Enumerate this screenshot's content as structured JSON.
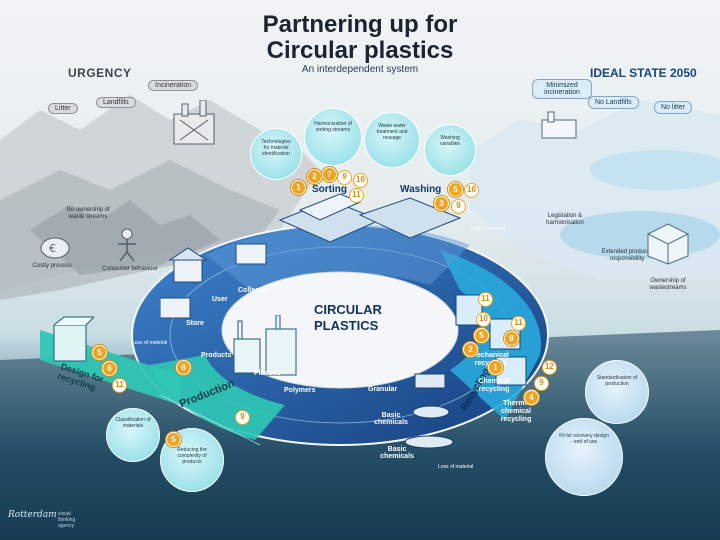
{
  "header": {
    "title_line1": "Partnering up for",
    "title_line2": "Circular plastics",
    "subtitle": "An interdependent system"
  },
  "urgency": {
    "heading": "URGENCY",
    "pills": [
      "Incineration",
      "Landfills",
      "Litter"
    ],
    "notes": [
      "No ownership of waste streams",
      "Costly process",
      "Consumer behaviour"
    ]
  },
  "ideal": {
    "heading": "IDEAL STATE 2050",
    "pills": [
      "Minimized incineration",
      "No Landfills",
      "No litter"
    ],
    "notes": [
      "Legislation & harmonisation",
      "Extended producer responsibility",
      "Ownership of wastestreams"
    ],
    "bubbles": [
      "Standardisation of production",
      "Fit for recovery design - end of use"
    ]
  },
  "sorting": {
    "label": "Sorting",
    "bubbles": [
      "Technologies for material identification",
      "Harmonization of sorting streams",
      "Waste water treatment and reusage"
    ],
    "badges": [
      "1",
      "2",
      "7",
      "9",
      "10",
      "11"
    ]
  },
  "washing": {
    "label": "Washing",
    "bubbles": [
      "Washing variables"
    ],
    "badges": [
      "5",
      "10",
      "3",
      "9"
    ]
  },
  "ring": {
    "center": [
      "CIRCULAR",
      "PLASTICS"
    ],
    "stations": [
      "User",
      "Collector",
      "Store",
      "Products",
      "Plastics",
      "Polymers",
      "Granular",
      "Basic chemicals",
      "Basic chemicals"
    ],
    "loss_label": "Loss of material"
  },
  "production": {
    "label": "Production",
    "badges": [
      "6",
      "9"
    ]
  },
  "design": {
    "label": "Design for recycling",
    "badges": [
      "5",
      "6",
      "11"
    ],
    "bubbles": [
      "Classification of materials",
      "Reducing the complexity of products"
    ],
    "bubble_badge": "5"
  },
  "recycling": {
    "label": "Recycling",
    "items": [
      "Mechanical recycling",
      "Chemical recycling",
      "Thermo chemical recycling"
    ],
    "badges": [
      "11",
      "10",
      "11",
      "5",
      "8",
      "2",
      "1",
      "12",
      "9",
      "4"
    ]
  },
  "footer": {
    "logo": "Rotterdam",
    "caption": "visual thinking agency"
  },
  "colors": {
    "ring_dark": "#1b4f95",
    "ring_mid": "#2867b4",
    "ring_light": "#3f86cf",
    "production": "#2fc6b3",
    "recycling": "#29a9dc",
    "badge": "#f1a21e"
  }
}
